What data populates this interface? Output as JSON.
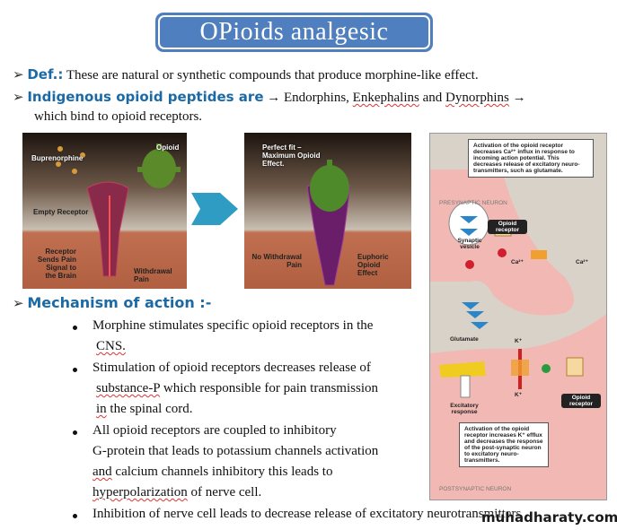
{
  "title": "OPioids analgesic",
  "definition": {
    "label": "Def.:",
    "text": "These are natural or synthetic compounds that produce morphine-like effect."
  },
  "indigenous": {
    "label": "Indigenous opioid peptides are",
    "arrow": "→",
    "text_a": "Endorphins,",
    "text_b": "Enkephalins",
    "text_c": "and",
    "text_d": "Dynorphins",
    "line2": "which bind to opioid receptors."
  },
  "figure_left": {
    "buprenorphine": "Buprenorphine",
    "opioid": "Opioid",
    "empty_receptor": "Empty Receptor",
    "receptor_signal": "Receptor Sends Pain Signal to the Brain",
    "withdrawal": "Withdrawal Pain"
  },
  "figure_right": {
    "perfect_fit": "Perfect fit – Maximum Opioid Effect.",
    "no_withdrawal": "No Withdrawal Pain",
    "euphoric": "Euphoric Opioid Effect"
  },
  "mechanism": {
    "label": "Mechanism of action :-",
    "lines": [
      "Morphine stimulates specific opioid receptors in the",
      "CNS.",
      "Stimulation of opioid receptors decreases release of",
      "substance-P",
      "which responsible for pain transmission",
      "in",
      "the spinal cord.",
      "All opioid receptors are coupled to inhibitory",
      "G-protein that leads to potassium channels activation",
      "and",
      "calcium channels inhibitory this leads to",
      "hyperpolarization",
      "of nerve cell.",
      "Inhibition of nerve cell leads to decrease release of excitatory neurotransmitters"
    ]
  },
  "diagram": {
    "top_box": "Activation of the opioid receptor decreases Ca²⁺ influx in response to incoming action potential. This decreases release of excitatory neuro-transmitters, such as glutamate.",
    "presynaptic": "PRESYNAPTIC NEURON",
    "opioid_receptor": "Opioid receptor",
    "synaptic_vesicle": "Synaptic vesicle",
    "ca_a": "Ca²⁺",
    "ca_b": "Ca²⁺",
    "glutamate": "Glutamate",
    "k_top": "K⁺",
    "k_bottom": "K⁺",
    "excitatory": "Excitatory response",
    "opioid_receptor_2": "Opioid receptor",
    "bottom_box": "Activation of the opioid receptor increases K⁺ efflux and decreases the response of the post-synaptic neuron to excitatory neuro-transmitters.",
    "postsynaptic": "POSTSYNAPTIC NEURON"
  },
  "watermark": "muhadharaty.com"
}
